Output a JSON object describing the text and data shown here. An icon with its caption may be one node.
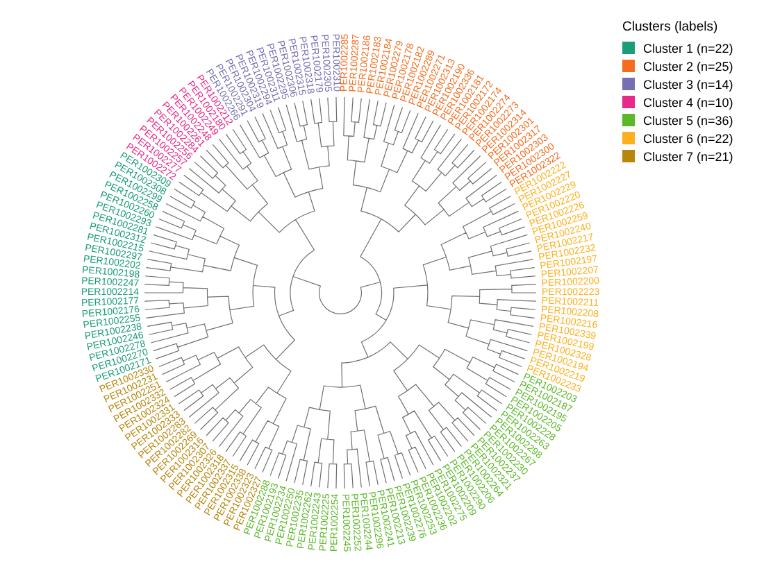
{
  "diagram": {
    "labels": [
      "PER1002247",
      "PER1002198",
      "PER1002202",
      "PER1002297",
      "PER1002215",
      "PER1002312",
      "PER1002281",
      "PER1002293",
      "PER1002260",
      "PER1002258",
      "PER1002299",
      "PER1002308",
      "PER1002309",
      "PER1002272",
      "PER1002277",
      "PER1002257",
      "PER1002256",
      "PER1002284",
      "PER1002261",
      "PER1002248",
      "PER1002249",
      "PER1002180",
      "PER1002212",
      "PER1002266",
      "PER1002291",
      "PER1002304",
      "PER1002319",
      "PER1002294",
      "PER1002311",
      "PER1002295",
      "PER1002306",
      "PER1002315",
      "PER1002318",
      "PER1002179",
      "PER1002305",
      "PER1002310",
      "PER1002285",
      "PER1002287",
      "PER1002186",
      "PER1002183",
      "PER1002184",
      "PER1002279",
      "PER1002178",
      "PER1002182",
      "PER1002289",
      "PER1002271",
      "PER1002313",
      "PER1002190",
      "PER1002336",
      "PER1002181",
      "PER1002172",
      "PER1002174",
      "PER1002274",
      "PER1002273",
      "PER1002314",
      "PER1002301",
      "PER1002317",
      "PER1002303",
      "PER1002300",
      "PER1002322",
      "PER1002222",
      "PER1002227",
      "PER1002229",
      "PER1002220",
      "PER1002226",
      "PER1002259",
      "PER1002240",
      "PER1002217",
      "PER1002232",
      "PER1002197",
      "PER1002207",
      "PER1002200",
      "PER1002214",
      "PER1002177",
      "PER1002176",
      "PER1002255",
      "PER1002238",
      "PER1002246",
      "PER1002278",
      "PER1002270",
      "PER1002171",
      "PER1002330",
      "PER1002231",
      "PER1002251",
      "PER1002332",
      "PER1002324",
      "PER1002331",
      "PER1002333",
      "PER1002283",
      "PER1002282",
      "PER1002269",
      "PER1002316",
      "PER1002307",
      "PER1002326",
      "PER1002318",
      "PER1002337",
      "PER1002315",
      "PER1002338",
      "PER1002323",
      "PER1002327",
      "PER1002288",
      "PER1002193",
      "PER1002234",
      "PER1002250",
      "PER1002235",
      "PER1002262",
      "PER1002243",
      "PER1002225",
      "PER1002254",
      "PER1002245",
      "PER1002252",
      "PER1002244",
      "PER1002296",
      "PER1002241",
      "PER1002213",
      "PER1002239",
      "PER1002276",
      "PER1002253",
      "PER1002236",
      "PER1002202",
      "PER1002275",
      "PER1002209",
      "PER1002290",
      "PER1002206",
      "PER1002264",
      "PER1002321",
      "PER1002237",
      "PER1002230",
      "PER1002267",
      "PER1002298",
      "PER1002263",
      "PER1002228",
      "PER1002205",
      "PER1002195",
      "PER1002187",
      "PER1002203",
      "PER1002233",
      "PER1002219",
      "PER1002194",
      "PER1002328",
      "PER1002199",
      "PER1002339",
      "PER1002216",
      "PER1002208",
      "PER1002211",
      "PER1002223",
      "Clusters (labels)"
    ],
    "legend": [
      {
        "text": "Cluster 1 (n=22)",
        "color": "#1b9e77"
      },
      {
        "text": "Cluster 2 (n=25)",
        "color": "#f46d1e"
      },
      {
        "text": "Cluster 3 (n=14)",
        "color": "#7570b3"
      },
      {
        "text": "Cluster 4 (n=10)",
        "color": "#e7298a"
      },
      {
        "text": "Cluster 5 (n=36)",
        "color": "#5cb82a"
      },
      {
        "text": "Cluster 6 (n=22)",
        "color": "#fdb01e"
      },
      {
        "text": "Cluster 7 (n=21)",
        "color": "#b8860b"
      }
    ]
  }
}
